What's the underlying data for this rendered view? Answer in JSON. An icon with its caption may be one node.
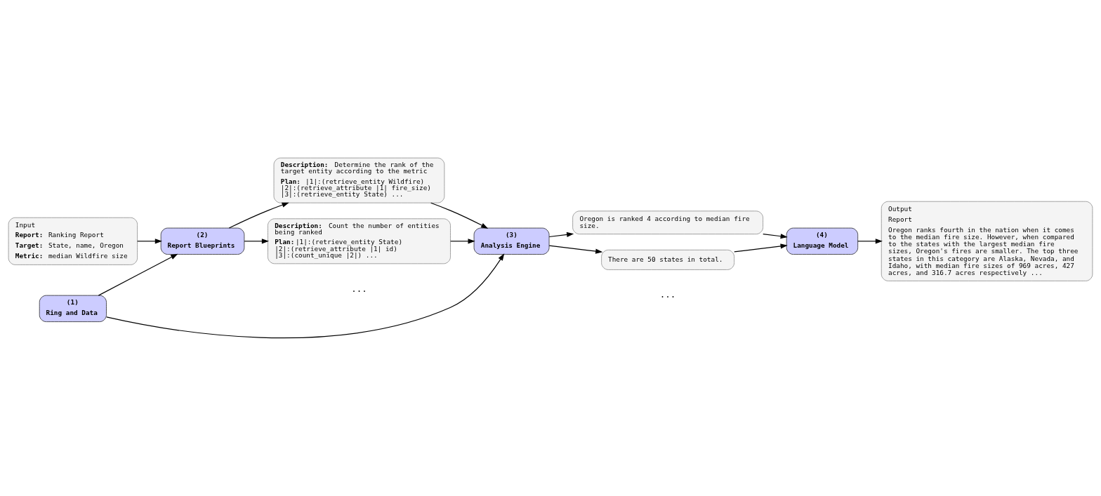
{
  "diagram": {
    "nodes": [
      {
        "text": [
          "Input",
          "**Report:** Ranking Report",
          "**Target:** State, name, Oregon",
          "**Metric:** median Wildfire size"
        ]
      },
      {
        "text": [
          "(1)",
          "Ring and Data"
        ]
      },
      {
        "text": [
          "(2)",
          "Report Blueprints"
        ]
      },
      {
        "text": [
          "**Description:** Determine the rank of the target entity according to the metric",
          "**Plan:** |1|:(retrieve_entity Wildfire) |2|:(retrieve_attribute |1| fire_size) |3|:(retrieve_entity State) ..."
        ]
      },
      {
        "text": [
          "**Description:** Count the number of entities being ranked",
          "**Plan:**|1|:(retrieve_entity State) |2|:(retrieve_attribute |1| id) |3|:(count_unique |2|) ..."
        ]
      },
      {
        "text": [
          "(3)",
          "Analysis Engine"
        ]
      },
      {
        "text": [
          "Oregon is ranked 4 according to median fire size."
        ]
      },
      {
        "text": [
          "There are 50 states in total."
        ]
      },
      {
        "text": [
          "(4)",
          "Language Model"
        ]
      },
      {
        "text": [
          "Output",
          "Report",
          "Oregon ranks fourth in the nation when it comes to the median fire size. However, when compared to the states with the largest median fire sizes, Oregon's fires are smaller. The top three states in this category are Alaska, Nevada, and Idaho, with median fire sizes of 969 acres, 427 acres, and 316.7 acres respectively ..."
        ]
      }
    ],
    "edges": [
      {
        "from": 0,
        "to": 2,
        "arrow": "to"
      },
      {
        "from": 1,
        "to": 2,
        "arrow": "to"
      },
      {
        "from": 1,
        "to": 5,
        "arrow": "to"
      },
      {
        "from": 2,
        "to": 3,
        "arrow": "to"
      },
      {
        "from": 2,
        "to": 4,
        "arrow": "to"
      },
      {
        "from": 3,
        "to": 5,
        "arrow": "to"
      },
      {
        "from": 4,
        "to": 5,
        "arrow": "to"
      },
      {
        "from": 5,
        "to": 6,
        "arrow": "to"
      },
      {
        "from": 5,
        "to": 7,
        "arrow": "to"
      },
      {
        "from": 6,
        "to": 8,
        "arrow": "to"
      },
      {
        "from": 7,
        "to": 8,
        "arrow": "to"
      },
      {
        "from": 8,
        "to": 9,
        "arrow": "to"
      }
    ],
    "labels": [
      "...",
      "..."
    ]
  }
}
